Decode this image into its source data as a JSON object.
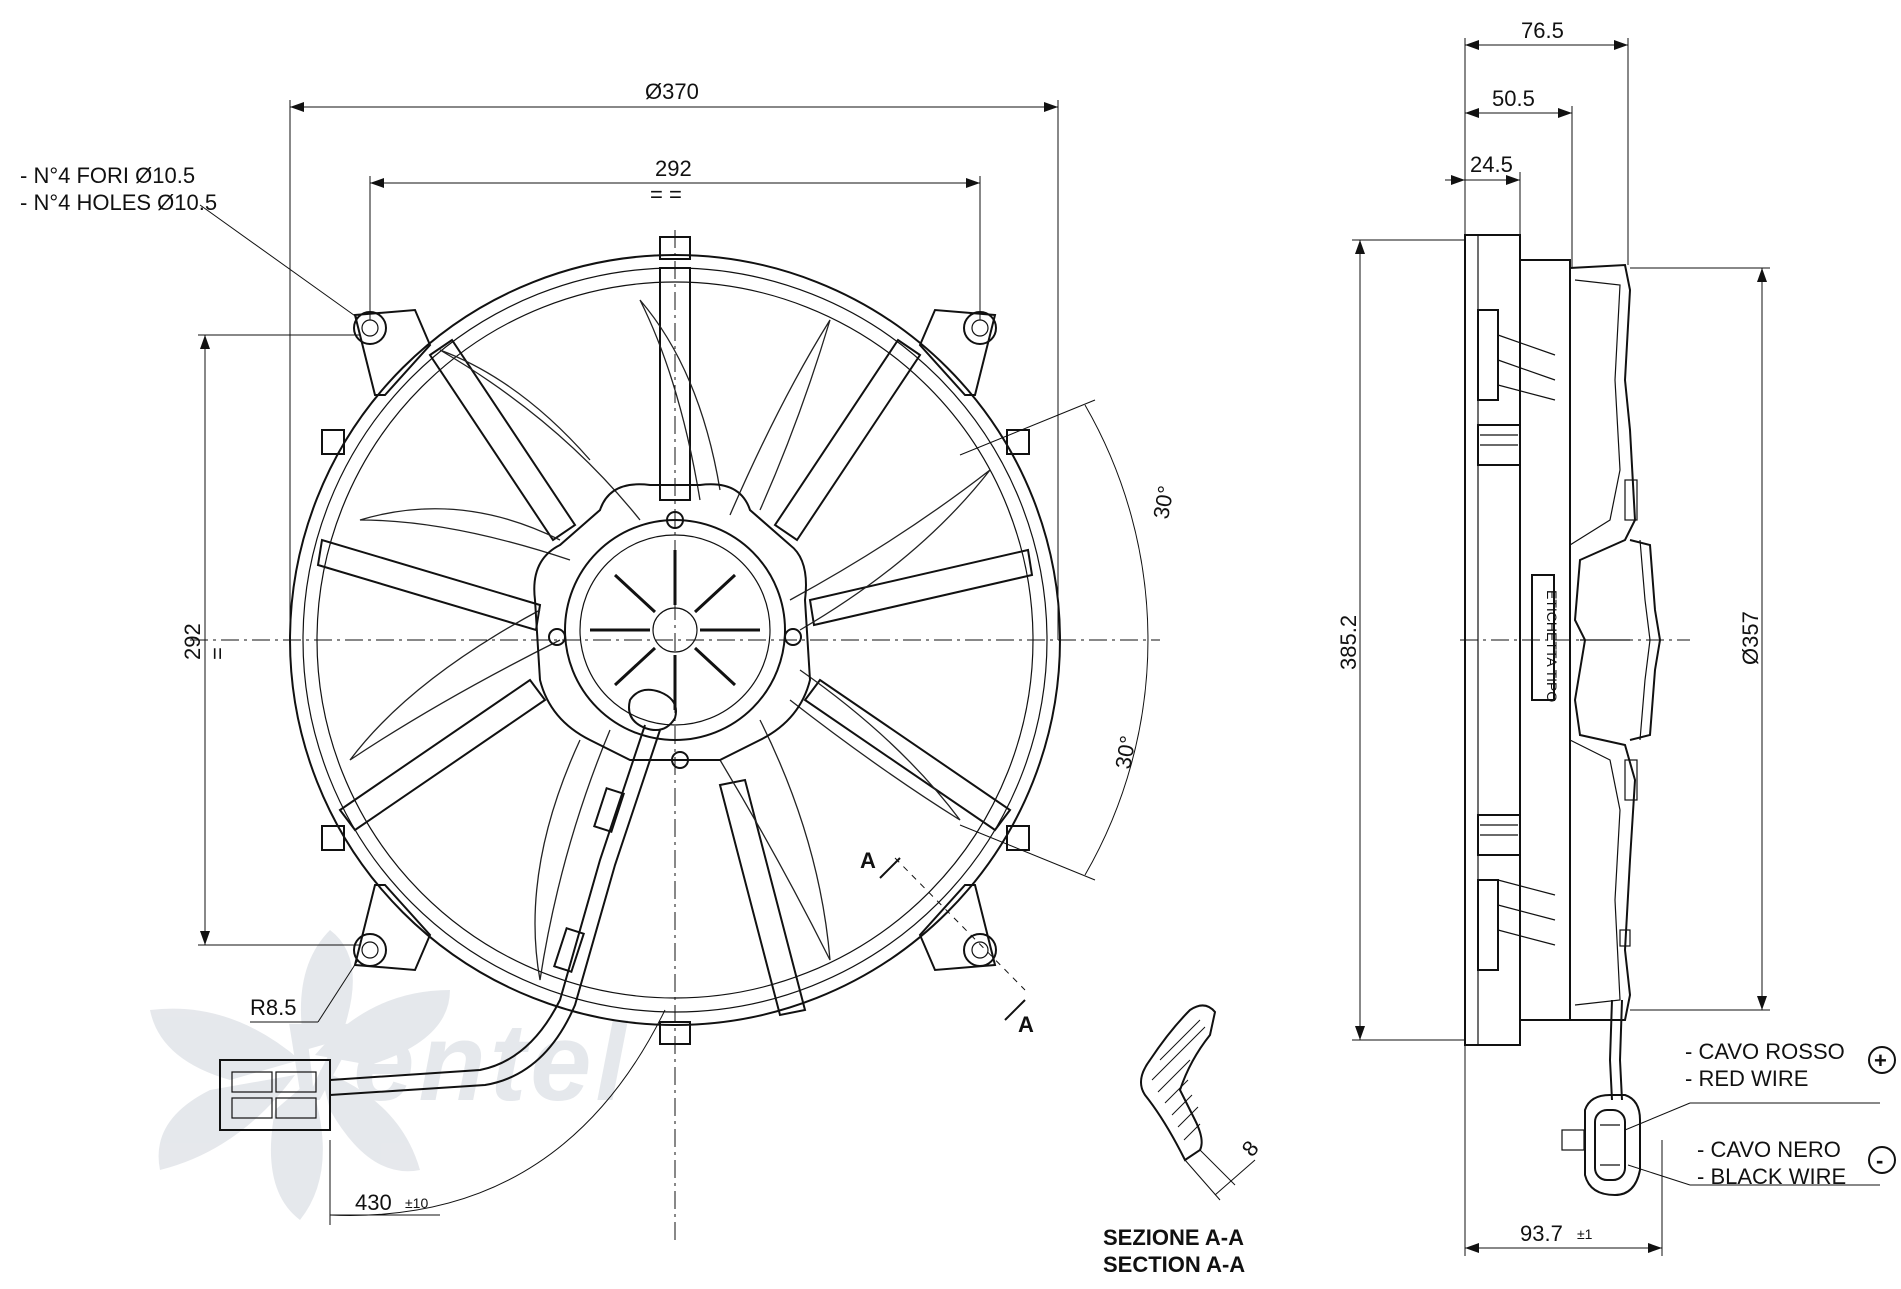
{
  "front_view": {
    "outer_diameter": "Ø370",
    "top_hole_spacing": "292",
    "top_hole_equal": "= =",
    "side_hole_spacing": "292",
    "side_hole_equal": "=",
    "holes_note_it": "- N°4 FORI Ø10.5",
    "holes_note_en": "- N°4 HOLES Ø10.5",
    "radius": "R8.5",
    "cable_length": "430",
    "cable_tolerance": "±10",
    "angle_upper": "30°",
    "angle_lower": "30°",
    "section_mark_top": "A",
    "section_mark_bottom": "A"
  },
  "side_view": {
    "depth_total": "76.5",
    "depth_mid": "50.5",
    "depth_small": "24.5",
    "height": "385.2",
    "diameter": "Ø357",
    "label_plate": "ETICHETTA TIPO",
    "connector_depth": "93.7",
    "connector_tolerance": "±1"
  },
  "wires": {
    "red_it": "- CAVO ROSSO",
    "red_en": "- RED WIRE",
    "red_symbol": "+",
    "black_it": "- CAVO NERO",
    "black_en": "- BLACK WIRE",
    "black_symbol": "-"
  },
  "section": {
    "title_it": "SEZIONE A-A",
    "title_en": "SECTION A-A",
    "thickness": "8"
  },
  "watermark": "Ventel",
  "colors": {
    "line": "#111111",
    "watermark_grey": "#e3e6ea",
    "watermark_blue": "#d6e2f2"
  }
}
